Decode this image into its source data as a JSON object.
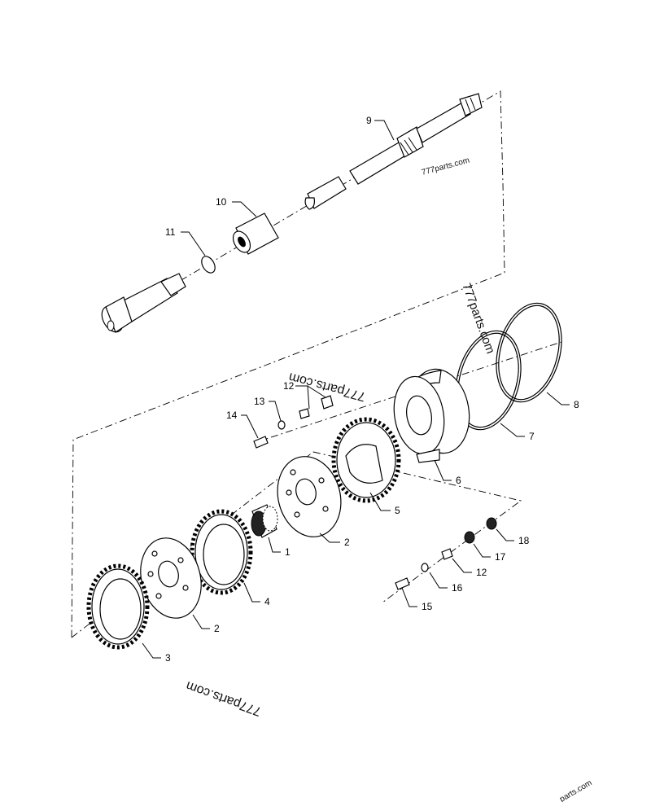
{
  "callouts": {
    "c1": "1",
    "c2a": "2",
    "c2b": "2",
    "c3": "3",
    "c4": "4",
    "c5": "5",
    "c6": "6",
    "c7": "7",
    "c8": "8",
    "c9": "9",
    "c10": "10",
    "c11": "11",
    "c12a": "12",
    "c12b": "12",
    "c13": "13",
    "c14": "14",
    "c15": "15",
    "c16": "16",
    "c17": "17",
    "c18": "18"
  },
  "watermarks": {
    "w1": "777parts.com",
    "w2": "777parts.com",
    "w3": "777parts.com",
    "w4": "777parts.com",
    "w5": "parts.com"
  }
}
